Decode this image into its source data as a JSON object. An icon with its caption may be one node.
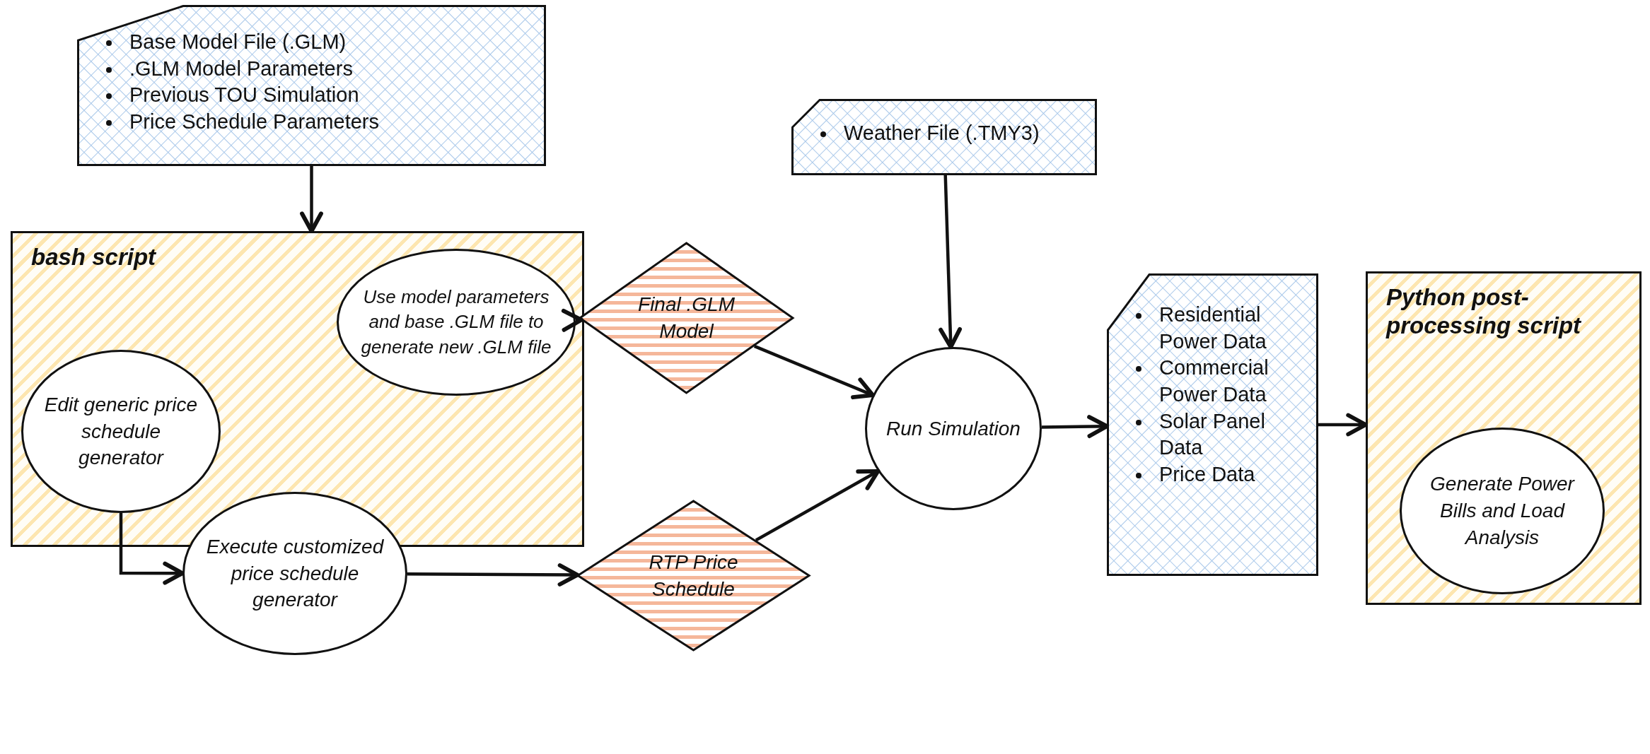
{
  "diagram": {
    "nodes": [
      {
        "text": [
          "Base Model File (.GLM)",
          ".GLM Model Parameters",
          "Previous TOU Simulation",
          "Price Schedule Parameters"
        ]
      },
      {
        "text": [
          "bash script"
        ]
      },
      {
        "text": [
          "Use model parameters and base .GLM file to generate new .GLM file"
        ],
        "in": 1
      },
      {
        "text": [
          "Edit generic price schedule generator"
        ],
        "in": 1
      },
      {
        "text": [
          "Final .GLM Model"
        ]
      },
      {
        "text": [
          "Weather File (.TMY3)"
        ]
      },
      {
        "text": [
          "Run Simulation"
        ]
      },
      {
        "text": [
          "Residential Power Data",
          "Commercial Power Data",
          "Solar Panel Data",
          "Price Data"
        ]
      },
      {
        "text": [
          "Python post-processing script"
        ]
      },
      {
        "text": [
          "Generate Power Bills and Load Analysis"
        ],
        "in": 8
      },
      {
        "text": [
          "Execute customized price schedule generator"
        ]
      },
      {
        "text": [
          "RTP Price Schedule"
        ]
      }
    ],
    "edges": [
      {
        "from": 0,
        "to": 1,
        "arrow": "to"
      },
      {
        "from": 2,
        "to": 4,
        "arrow": "to"
      },
      {
        "from": 4,
        "to": 6,
        "arrow": "to"
      },
      {
        "from": 5,
        "to": 6,
        "arrow": "to"
      },
      {
        "from": 3,
        "to": 10,
        "arrow": "to"
      },
      {
        "from": 10,
        "to": 11,
        "arrow": "to"
      },
      {
        "from": 11,
        "to": 6,
        "arrow": "to"
      },
      {
        "from": 6,
        "to": 7,
        "arrow": "to"
      },
      {
        "from": 7,
        "to": 8,
        "arrow": "to"
      }
    ]
  }
}
